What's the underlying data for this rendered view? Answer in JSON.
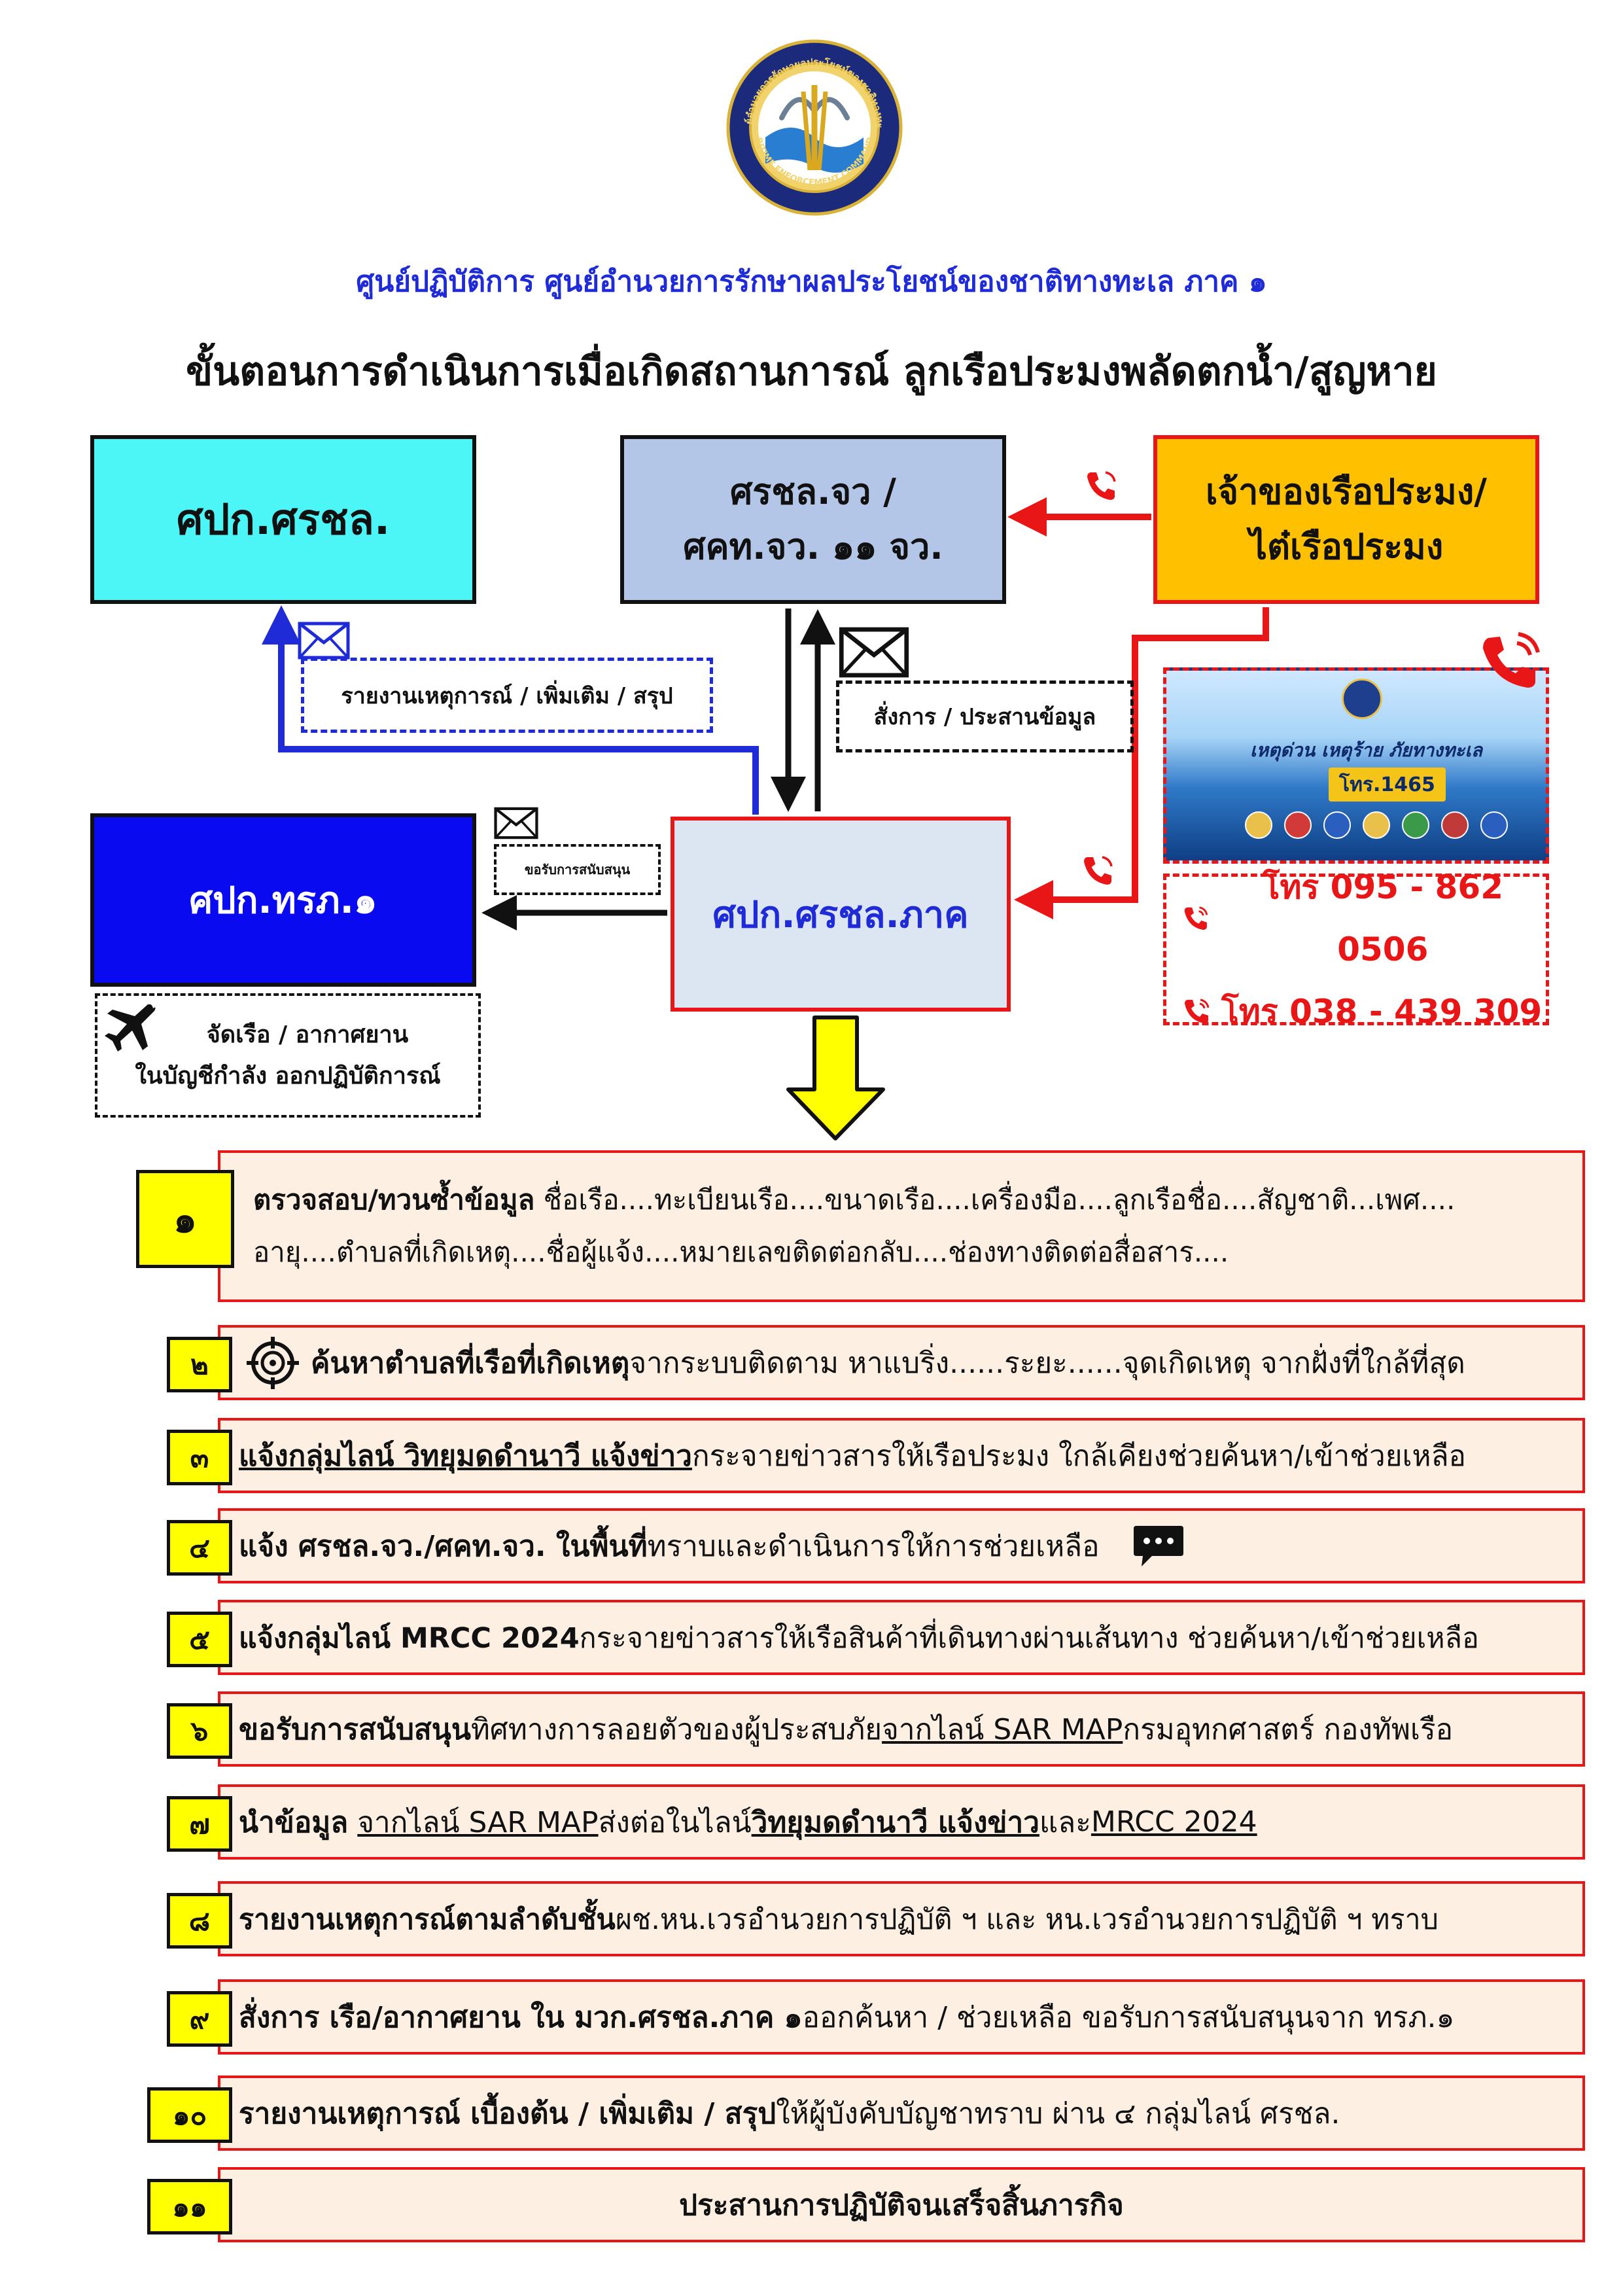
{
  "header": {
    "logo_text": "ศูนย์อำนวยการรักษาผลประโยชน์ของชาติทางทะเล THAI MARITIME ENFORCEMENT COMMAND CENTER",
    "org_title": "ศูนย์ปฏิบัติการ ศูนย์อำนวยการรักษาผลประโยชน์ของชาติทางทะเล ภาค ๑",
    "main_title": "ขั้นตอนการดำเนินการเมื่อเกิดสถานการณ์ ลูกเรือประมงพลัดตกน้ำ/สูญหาย"
  },
  "diagram": {
    "center_cmd": "ศปก.ศรชล.",
    "provincial_line1": "ศรชล.จว /",
    "provincial_line2": "ศคท.จว. ๑๑ จว.",
    "owner_line1": "เจ้าของเรือประมง/",
    "owner_line2": "ไต๋เรือประมง",
    "navy_region": "ศปก.ทรภ.๑",
    "region_cmd": "ศปก.ศรชล.ภาค",
    "report_label": "รายงานเหตุการณ์ / เพิ่มเติม / สรุป",
    "order_label": "สั่งการ / ประสานข้อมูล",
    "support_label": "ขอรับการสนับสนุน",
    "dispatch_line1": "จัดเรือ / อากาศยาน",
    "dispatch_line2": "ในบัญชีกำลัง ออกปฏิบัติการณ์",
    "phone1": "โทร 095 - 862 0506",
    "phone2": "โทร 038 - 439 309",
    "banner_headline": "เหตุด่วน เหตุร้าย ภัยทางทะเล",
    "banner_number": "โทร.1465"
  },
  "steps": {
    "s1": {
      "num": "๑",
      "bold": "ตรวจสอบ/ทวนซ้ำข้อมูล",
      "text": " ชื่อเรือ....ทะเบียนเรือ....ขนาดเรือ....เครื่องมือ....ลูกเรือชื่อ....สัญชาติ...เพศ....",
      "line2": "อายุ....ตำบลที่เกิดเหตุ....ชื่อผู้แจ้ง....หมายเลขติดต่อกลับ....ช่องทางติดต่อสื่อสาร...."
    },
    "s2": {
      "num": "๒",
      "bold": "ค้นหาตำบลที่เรือที่เกิดเหตุ",
      "text": " จากระบบติดตาม หาแบริ่ง......ระยะ......จุดเกิดเหตุ จากฝั่งที่ใกล้ที่สุด"
    },
    "s3": {
      "num": "๓",
      "bold": "แจ้งกลุ่มไลน์ วิทยุมดดำนาวี แจ้งข่าว ",
      "text": "กระจายข่าวสารให้เรือประมง ใกล้เคียงช่วยค้นหา/เข้าช่วยเหลือ"
    },
    "s4": {
      "num": "๔",
      "bold": "แจ้ง ศรชล.จว./ศคท.จว. ในพื้นที่",
      "text": " ทราบและดำเนินการให้การช่วยเหลือ"
    },
    "s5": {
      "num": "๕",
      "bold": "แจ้งกลุ่มไลน์ MRCC 2024",
      "text": " กระจายข่าวสารให้เรือสินค้าที่เดินทางผ่านเส้นทาง ช่วยค้นหา/เข้าช่วยเหลือ"
    },
    "s6": {
      "num": "๖",
      "bold": "ขอรับการสนับสนุน",
      "text": " ทิศทางการลอยตัวของผู้ประสบภัย ",
      "link": "จากไลน์ SAR MAP",
      "text2": " กรมอุทกศาสตร์ กองทัพเรือ"
    },
    "s7": {
      "num": "๗",
      "bold": "นำข้อมูล",
      "link": "จากไลน์ SAR MAP",
      "text": " ส่งต่อในไลน์ ",
      "bold2": "วิทยุมดดำนาวี แจ้งข่าว",
      "text2": " และ ",
      "link2": "MRCC 2024"
    },
    "s8": {
      "num": "๘",
      "bold": "รายงานเหตุการณ์ตามลำดับชั้น",
      "text": " ผช.หน.เวรอำนวยการปฏิบัติ ฯ และ หน.เวรอำนวยการปฏิบัติ ฯ ทราบ"
    },
    "s9": {
      "num": "๙",
      "bold": "สั่งการ เรือ/อากาศยาน ใน มวก.ศรชล.ภาค ๑",
      "text": " ออกค้นหา / ช่วยเหลือ ขอรับการสนับสนุนจาก ทรภ.๑"
    },
    "s10": {
      "num": "๑๐",
      "bold": "รายงานเหตุการณ์ เบื้องต้น / เพิ่มเติม / สรุป",
      "text": " ให้ผู้บังคับบัญชาทราบ ผ่าน ๔ กลุ่มไลน์ ศรชล."
    },
    "s11": {
      "num": "๑๑",
      "text": "ประสานการปฏิบัติจนเสร็จสิ้นภารกิจ"
    }
  },
  "colors": {
    "blue": "#1f2bd6",
    "red": "#e81616",
    "cyan": "#4df6f6",
    "navy": "#0a0af0",
    "amber": "#ffc000",
    "yellow": "#ffff00"
  }
}
